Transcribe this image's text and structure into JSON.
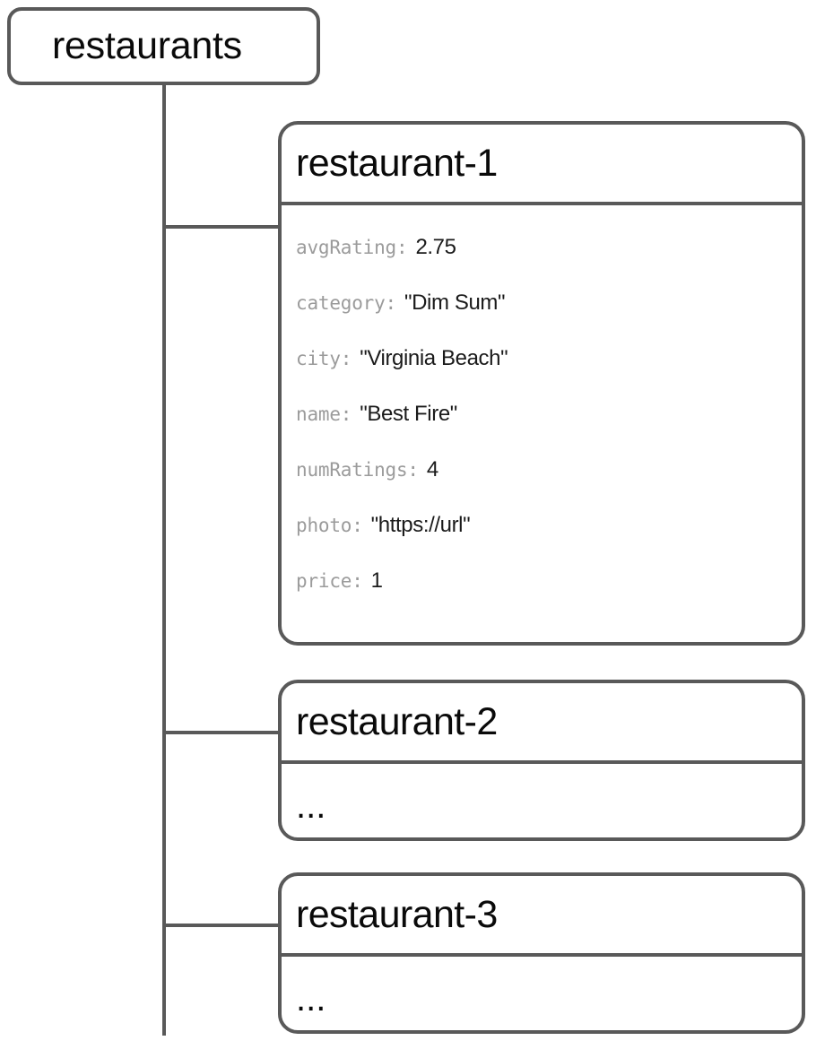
{
  "diagram": {
    "type": "firestore-collection-tree",
    "root": {
      "label": "restaurants"
    },
    "documents": [
      {
        "id": "restaurant-1",
        "expanded": true,
        "fields": [
          {
            "key": "avgRating:",
            "value": "2.75"
          },
          {
            "key": "category:",
            "value": "\"Dim Sum\""
          },
          {
            "key": "city:",
            "value": "\"Virginia Beach\""
          },
          {
            "key": "name:",
            "value": "\"Best Fire\""
          },
          {
            "key": "numRatings:",
            "value": "4"
          },
          {
            "key": "photo:",
            "value": "\"https://url\""
          },
          {
            "key": "price:",
            "value": "1"
          }
        ]
      },
      {
        "id": "restaurant-2",
        "expanded": false,
        "placeholder": "..."
      },
      {
        "id": "restaurant-3",
        "expanded": false,
        "placeholder": "..."
      }
    ]
  },
  "colors": {
    "stroke": "#595959",
    "title_text": "#0a0a0a",
    "key_text": "#9b9b9b",
    "value_text": "#1a1a1a",
    "background": "#ffffff"
  }
}
